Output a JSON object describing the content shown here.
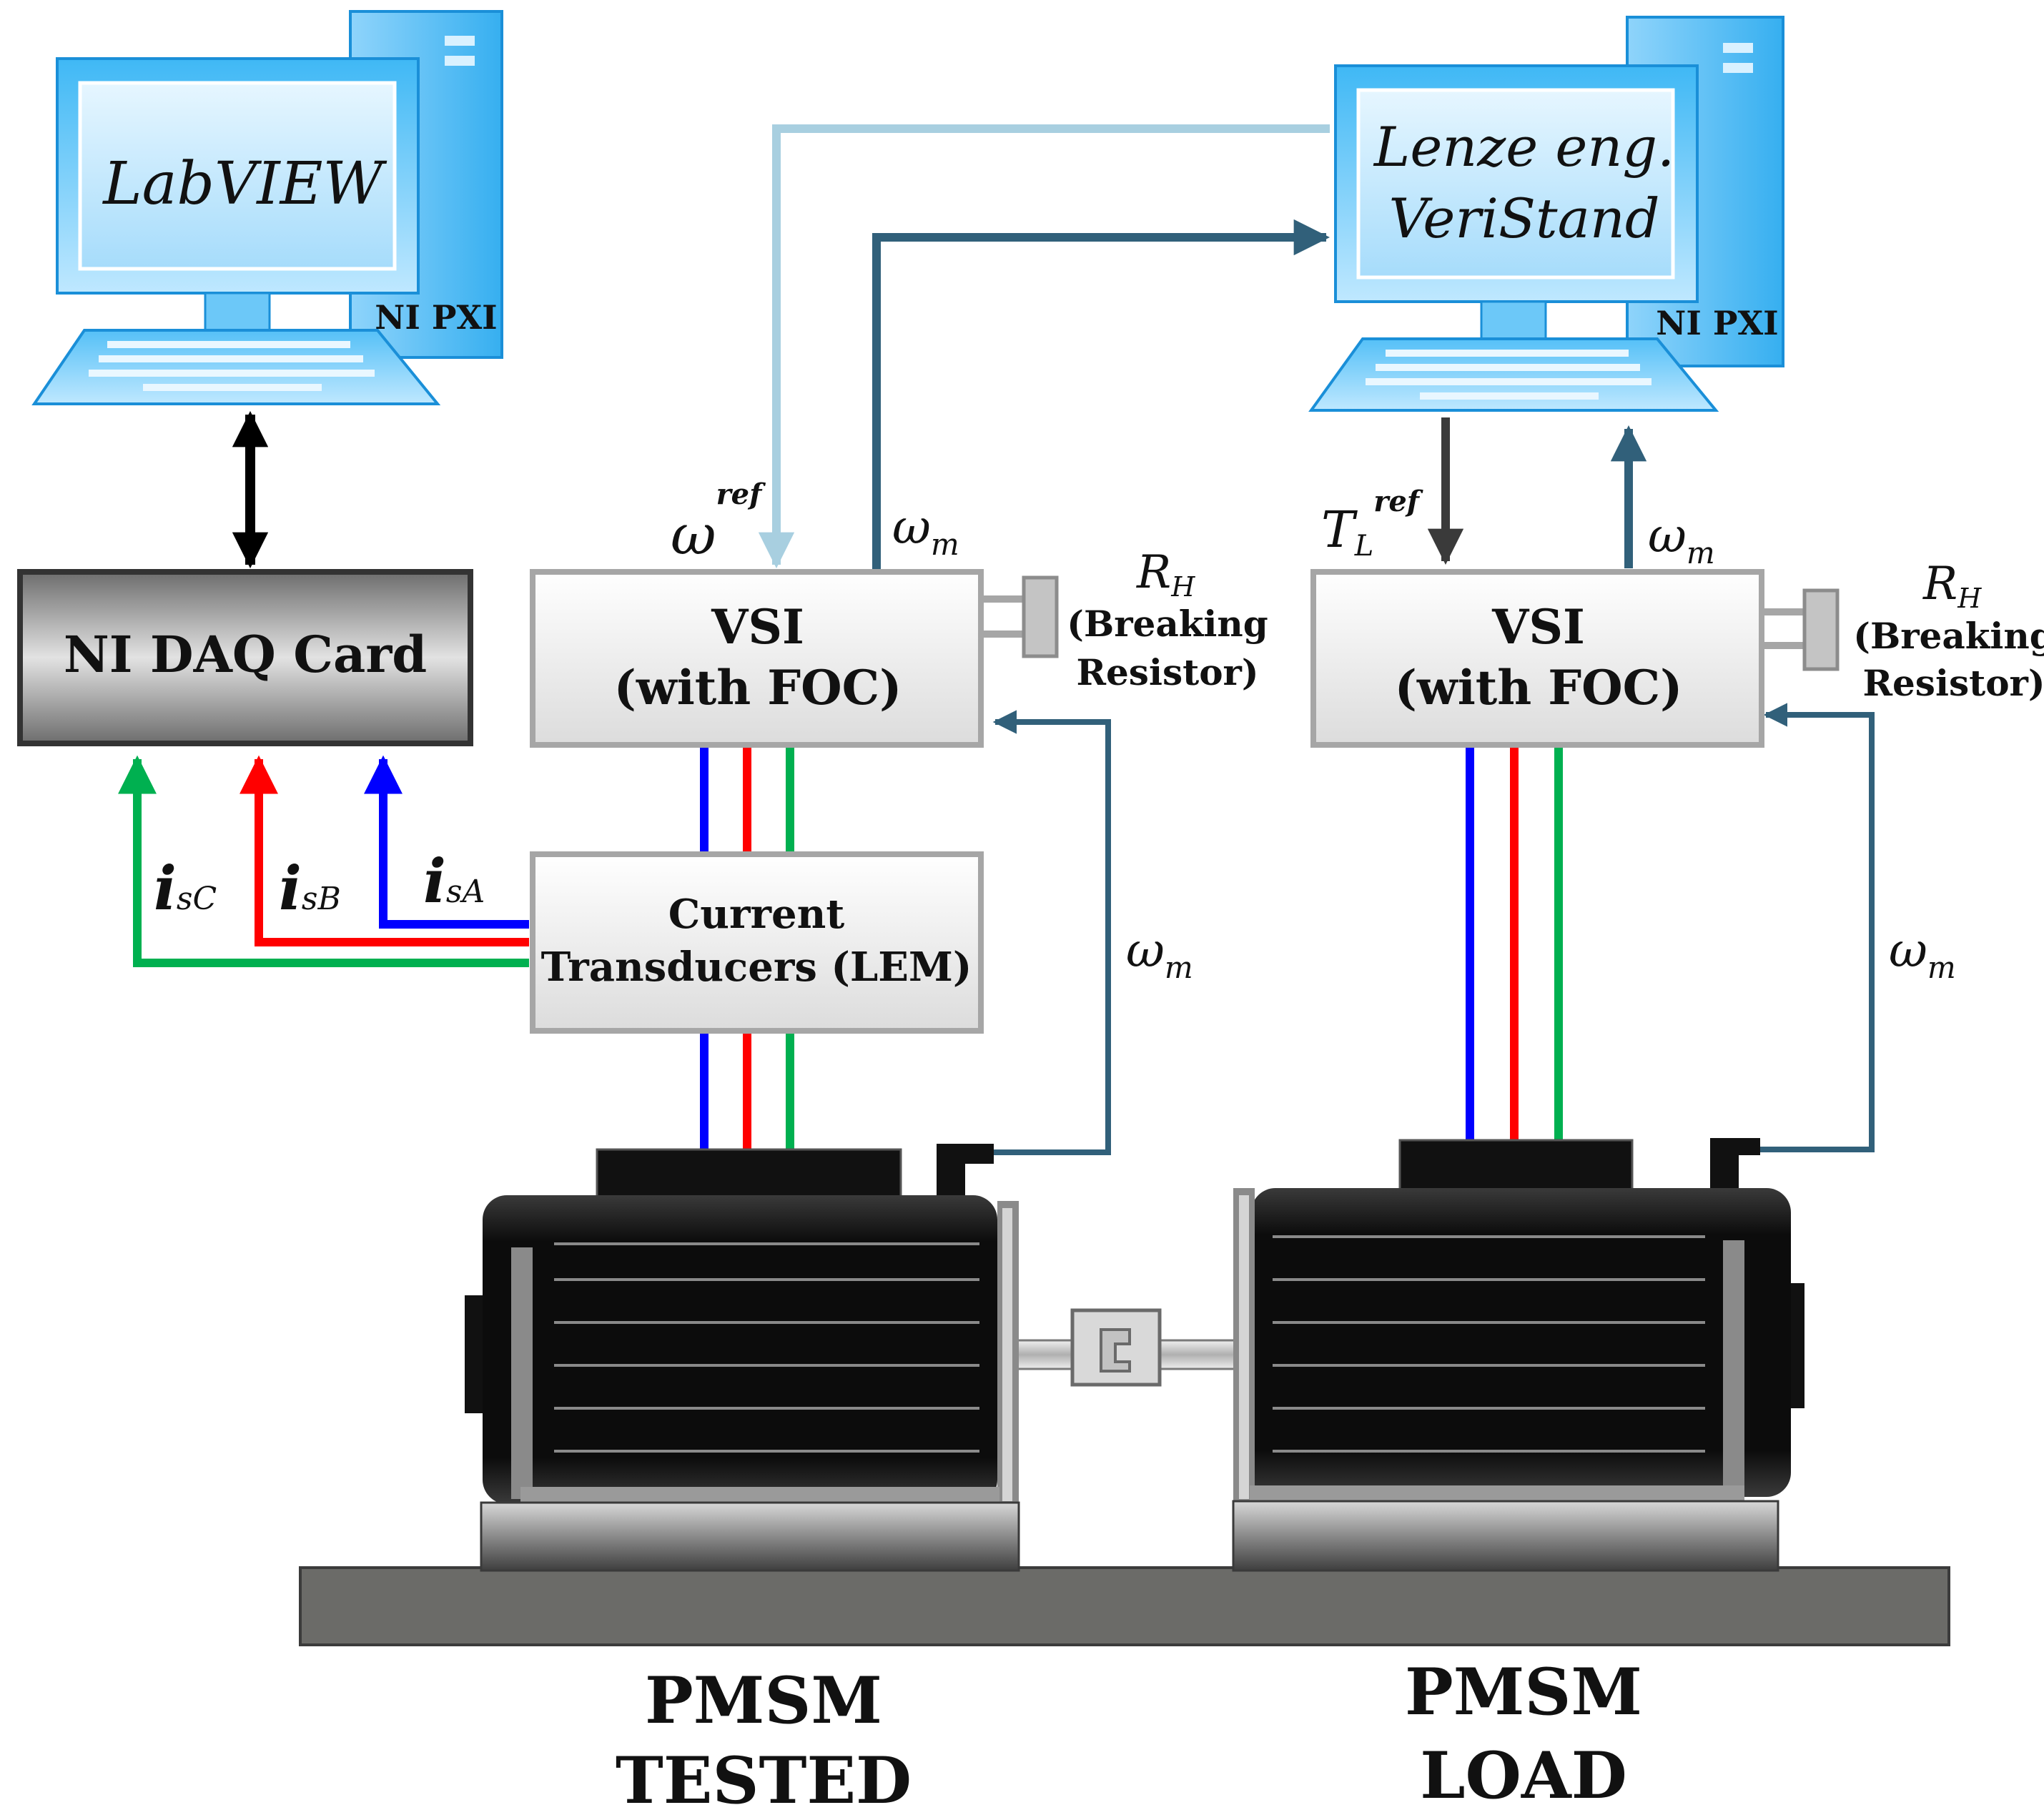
{
  "computers": {
    "left": {
      "screen_text": "LabVIEW",
      "tower_label": "NI PXI"
    },
    "right": {
      "screen_line1": "Lenze eng.",
      "screen_line2": "VeriStand",
      "tower_label": "NI PXI"
    }
  },
  "daq_card": {
    "label": "NI DAQ Card"
  },
  "vsi_left": {
    "line1": "VSI",
    "line2": "(with FOC)"
  },
  "vsi_right": {
    "line1": "VSI",
    "line2": "(with FOC)"
  },
  "transducers": {
    "line1": "Current",
    "line2": "Transducers (LEM)"
  },
  "resistor_left": {
    "symbol_main": "R",
    "symbol_sub": "H",
    "line1": "(Breaking",
    "line2": "Resistor)"
  },
  "resistor_right": {
    "symbol_main": "R",
    "symbol_sub": "H",
    "line1": "(Breaking",
    "line2": "Resistor)"
  },
  "signals": {
    "omega_ref_main": "ω",
    "omega_ref_sup": "ref",
    "omega_m_main": "ω",
    "omega_m_sub": "m",
    "tl_main": "T",
    "tl_sub": "L",
    "tl_sup": "ref",
    "isc_main": "i",
    "isc_sub": "sC",
    "isb_main": "i",
    "isb_sub": "sB",
    "isa_main": "i",
    "isa_sub": "sA"
  },
  "motors": {
    "tested_line1": "PMSM",
    "tested_line2": "TESTED",
    "load_line1": "PMSM",
    "load_line2": "LOAD"
  },
  "colors": {
    "phase_a": "#0000ff",
    "phase_b": "#ff0000",
    "phase_c": "#00b050",
    "feedback": "#31607a",
    "reference": "#a8cfe0",
    "torque_ref": "#3a3a3a"
  }
}
